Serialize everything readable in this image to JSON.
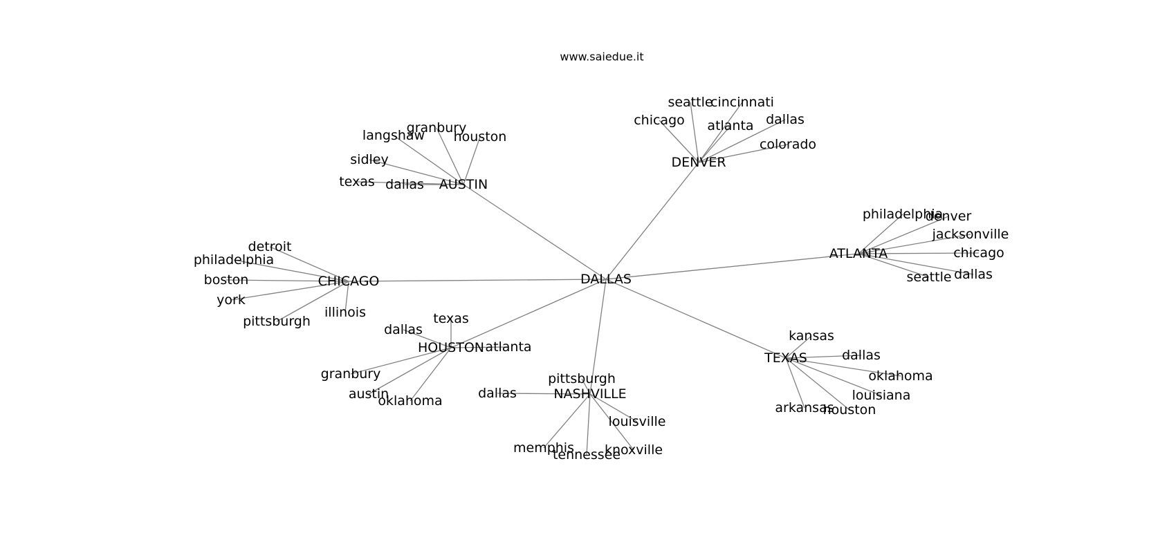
{
  "site_label": "www.saiedue.it",
  "colors": {
    "edge": "#808080",
    "text": "#000000",
    "background": "#ffffff"
  },
  "graph": {
    "center": "DALLAS",
    "hubs": [
      {
        "name": "DENVER",
        "leaves": [
          "seattle",
          "cincinnati",
          "chicago",
          "atlanta",
          "dallas",
          "colorado"
        ]
      },
      {
        "name": "AUSTIN",
        "leaves": [
          "granbury",
          "langshaw",
          "houston",
          "sidley",
          "texas",
          "dallas"
        ]
      },
      {
        "name": "CHICAGO",
        "leaves": [
          "detroit",
          "philadelphia",
          "boston",
          "york",
          "pittsburgh",
          "illinois"
        ]
      },
      {
        "name": "ATLANTA",
        "leaves": [
          "philadelphia",
          "denver",
          "jacksonville",
          "chicago",
          "dallas",
          "seattle"
        ]
      },
      {
        "name": "HOUSTON",
        "leaves": [
          "texas",
          "dallas",
          "atlanta",
          "granbury",
          "austin",
          "oklahoma"
        ]
      },
      {
        "name": "NASHVILLE",
        "leaves": [
          "pittsburgh",
          "dallas",
          "louisville",
          "memphis",
          "tennessee",
          "knoxville"
        ]
      },
      {
        "name": "TEXAS",
        "leaves": [
          "kansas",
          "dallas",
          "oklahoma",
          "louisiana",
          "arkansas",
          "houston"
        ]
      }
    ]
  }
}
